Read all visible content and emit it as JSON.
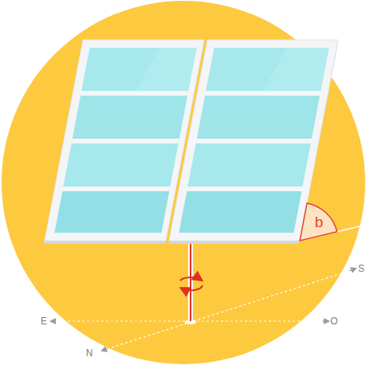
{
  "diagram": {
    "nodes": [
      {
        "text": [
          "b"
        ]
      }
    ],
    "labels": [
      "E",
      "O",
      "S",
      "N"
    ]
  }
}
